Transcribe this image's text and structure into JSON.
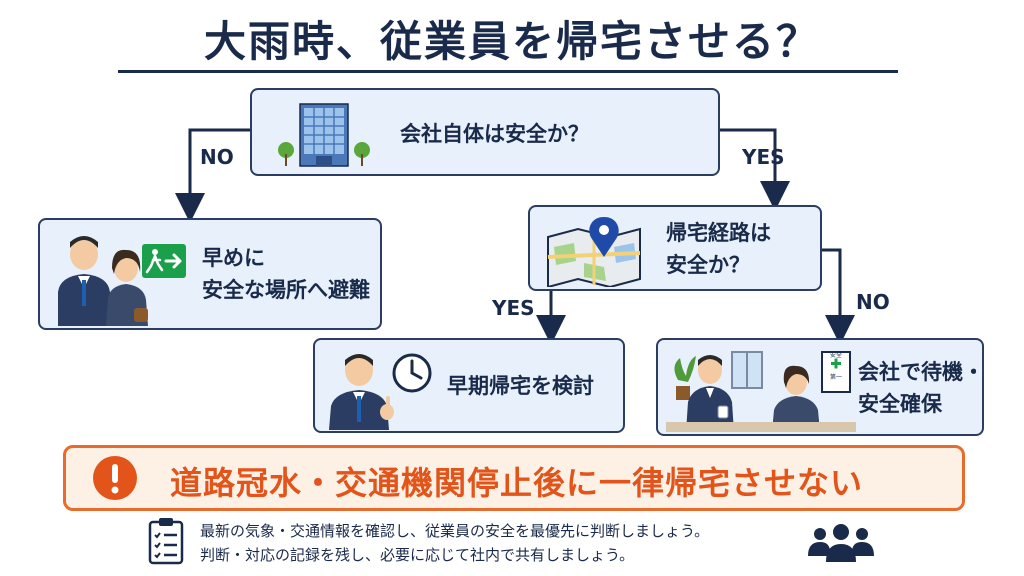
{
  "title": "大雨時、従業員を帰宅させる？",
  "nodes": {
    "start": "会社自体は安全か？",
    "evacuate": [
      "早めに",
      "安全な場所へ避難"
    ],
    "route": [
      "帰宅経路は",
      "安全か？"
    ],
    "go_home": "早期帰宅を検討",
    "stay": [
      "会社で待機・",
      "安全確保"
    ]
  },
  "edge_labels": {
    "start_no": "NO",
    "start_yes": "YES",
    "route_yes": "YES",
    "route_no": "NO"
  },
  "alert": "道路冠水・交通機関停止後に一律帰宅させない",
  "notes": [
    "最新の気象・交通情報を確認し、従業員の安全を最優先に判断しましょう。",
    "判断・対応の記録を残し、必要に応じて社内で共有しましょう。"
  ],
  "sign_text": [
    "安全",
    "第一"
  ],
  "icons": [
    "building-icon",
    "people-icon",
    "exit-sign-icon",
    "map-pin-icon",
    "businessman-icon",
    "clock-icon",
    "meeting-icon",
    "warning-icon",
    "clipboard-icon",
    "group-icon"
  ],
  "colors": {
    "navy": "#1a2a4a",
    "box_fill": "#e7f0fb",
    "alert_orange": "#e86a2c",
    "exit_green": "#1aa04a"
  }
}
